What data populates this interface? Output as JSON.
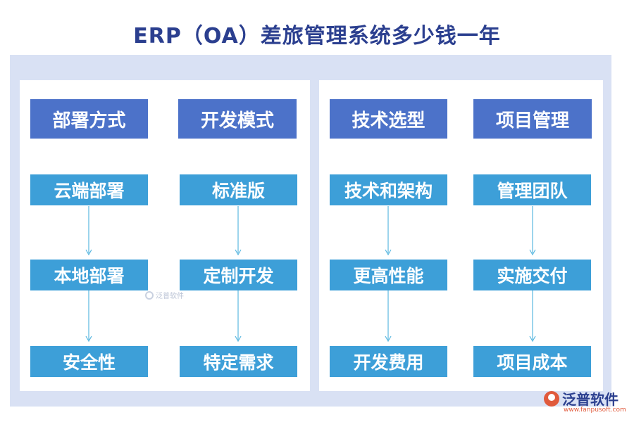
{
  "title": "ERP（OA）差旅管理系统多少钱一年",
  "colors": {
    "header_box": "#4c72c9",
    "item_box": "#3d9fd8",
    "arrow": "#5ab8e0",
    "frame": "#d9e1f4",
    "title": "#2b3f8f"
  },
  "columns": [
    {
      "header": "部署方式",
      "items": [
        "云端部署",
        "本地部署",
        "安全性"
      ]
    },
    {
      "header": "开发模式",
      "items": [
        "标准版",
        "定制开发",
        "特定需求"
      ]
    },
    {
      "header": "技术选型",
      "items": [
        "技术和架构",
        "更高性能",
        "开发费用"
      ]
    },
    {
      "header": "项目管理",
      "items": [
        "管理团队",
        "实施交付",
        "项目成本"
      ]
    }
  ],
  "watermark": {
    "center_text": "泛普软件",
    "logo_text": "泛普软件",
    "logo_url": "www.fanpusoft.com"
  }
}
